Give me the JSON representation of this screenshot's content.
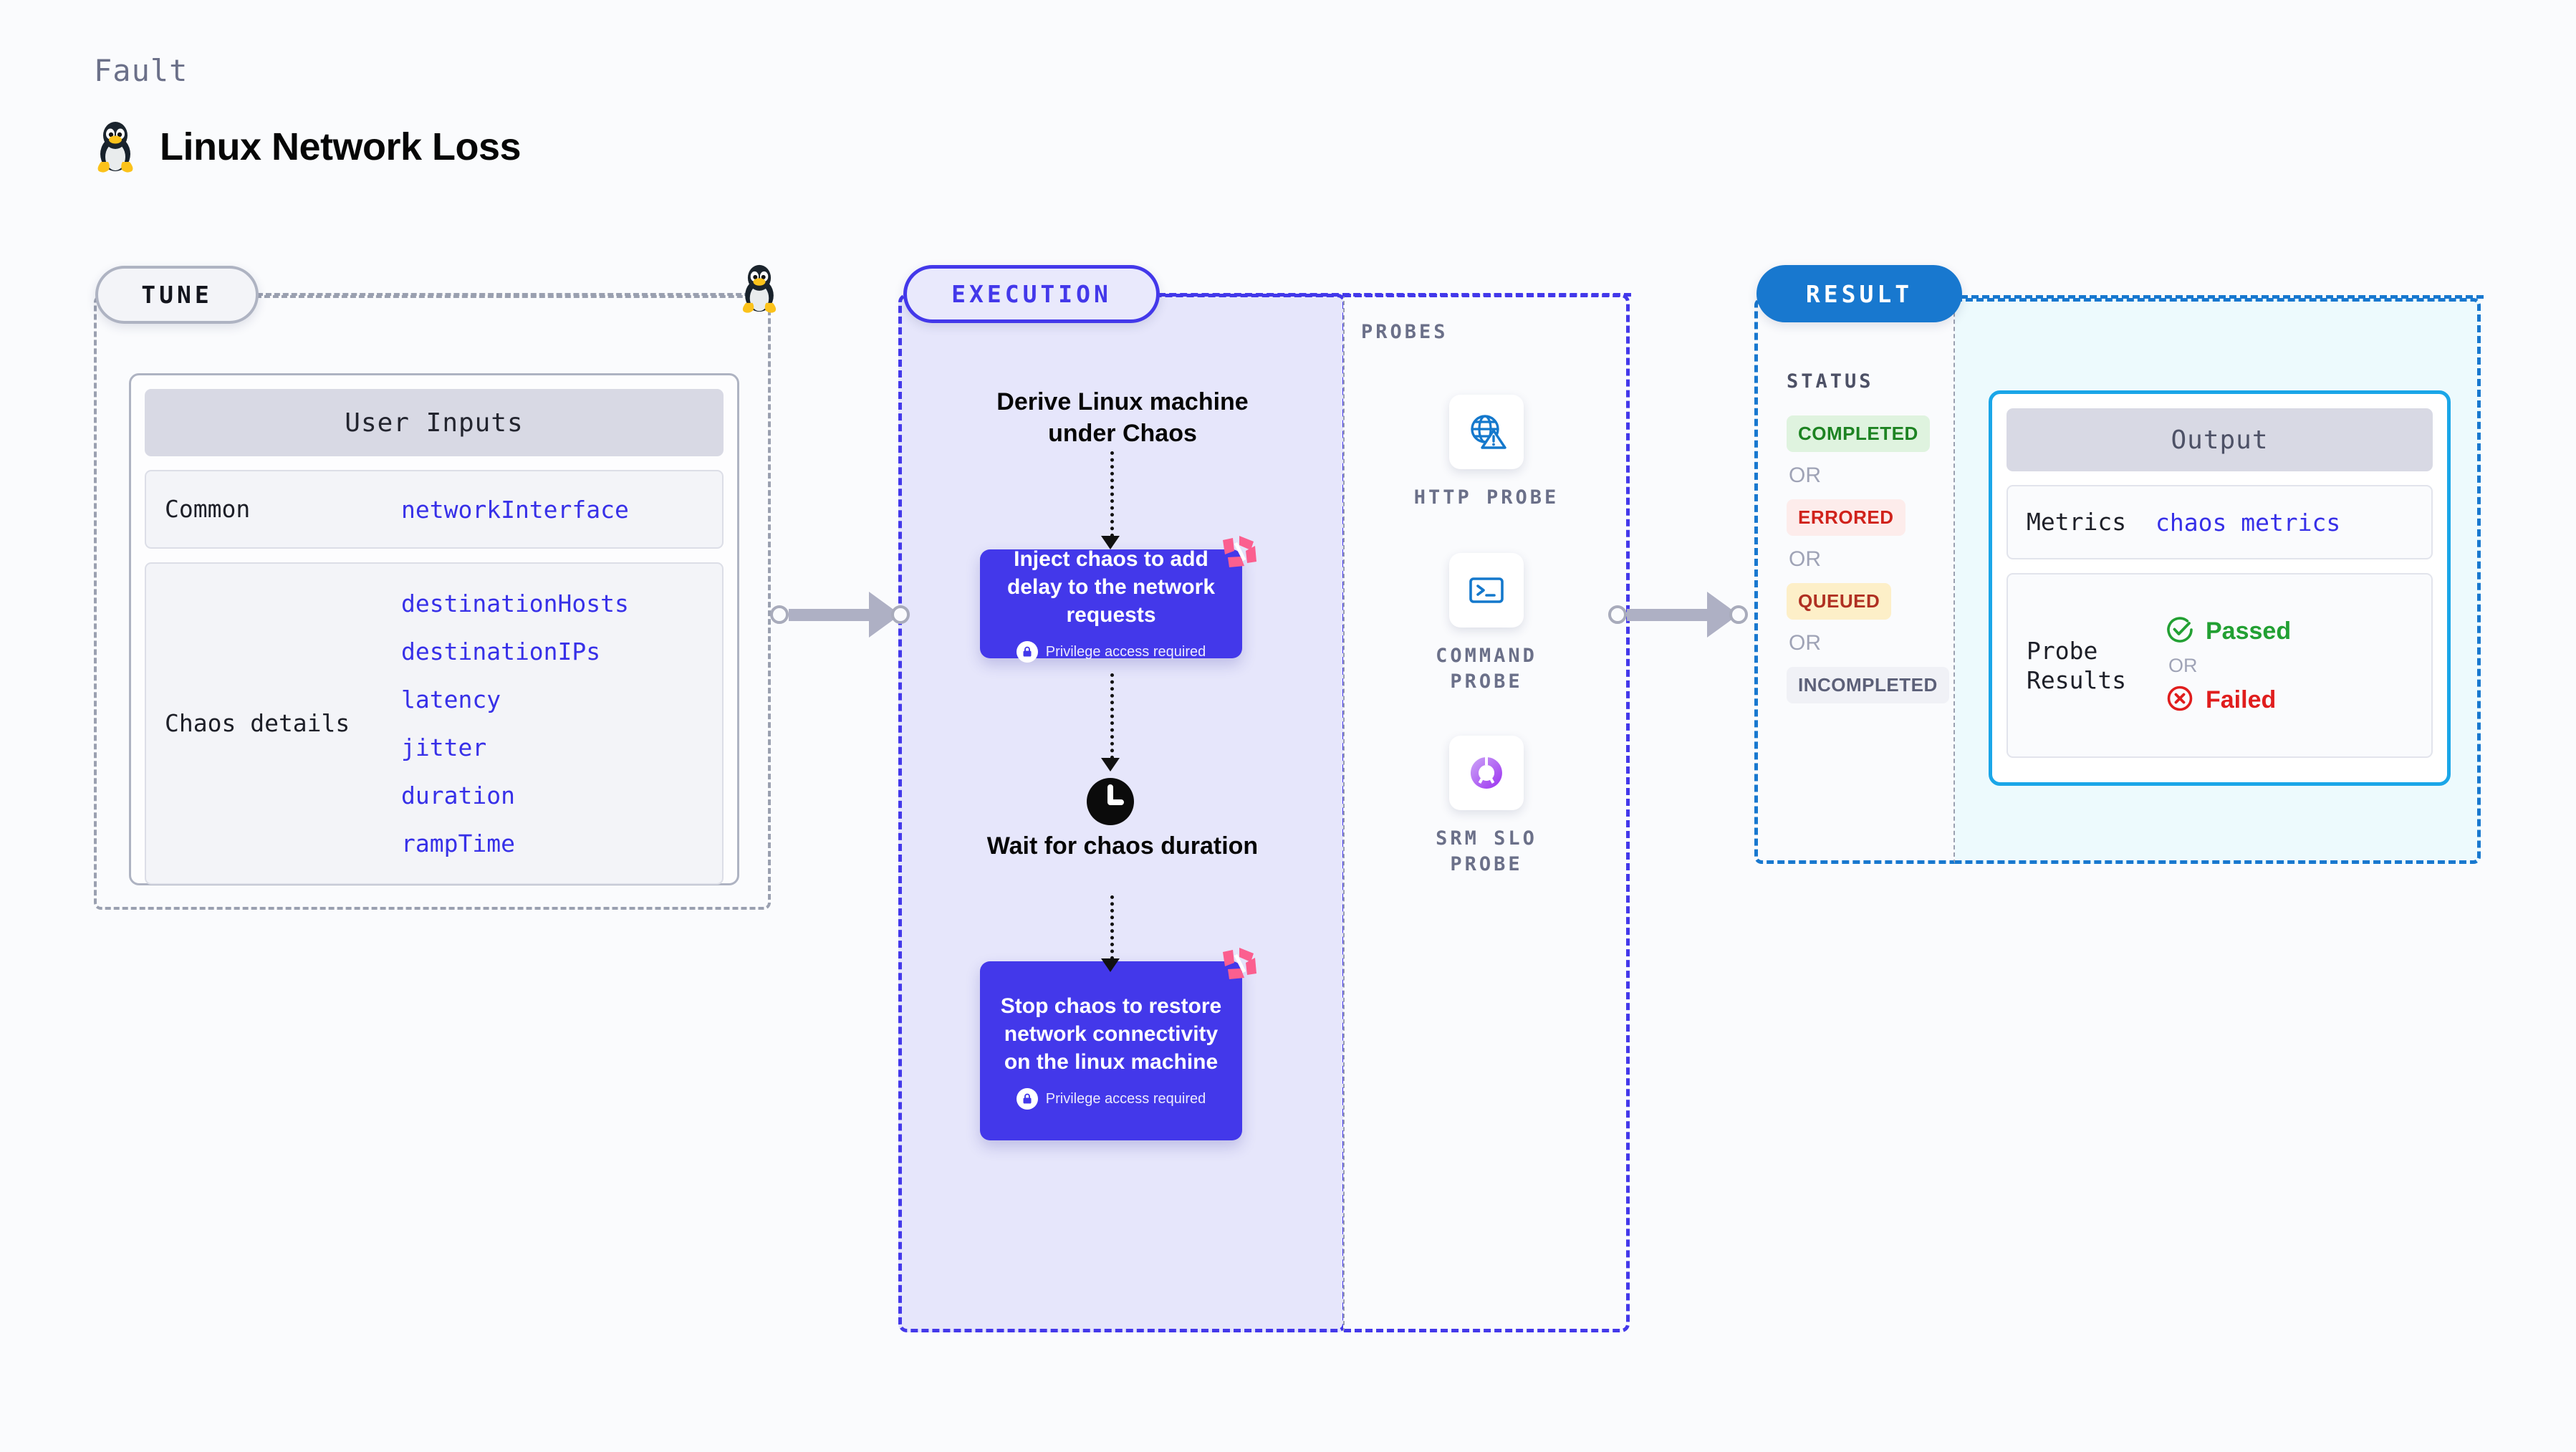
{
  "header": {
    "eyebrow": "Fault",
    "title": "Linux Network Loss",
    "icon": "linux-penguin-icon"
  },
  "tune": {
    "pill_label": "TUNE",
    "card_title": "User Inputs",
    "rows": [
      {
        "key": "Common",
        "values": [
          "networkInterface"
        ]
      },
      {
        "key": "Chaos details",
        "values": [
          "destinationHosts",
          "destinationIPs",
          "latency",
          "jitter",
          "duration",
          "rampTime"
        ]
      }
    ],
    "edge_icon": "linux-penguin-icon"
  },
  "execution": {
    "pill_label": "EXECUTION",
    "steps": [
      {
        "type": "heading",
        "text": "Derive Linux machine under Chaos"
      },
      {
        "type": "node",
        "title": "Inject chaos to add delay to the network requests",
        "badge": "Privilege access required",
        "badge_icon": "lock-icon",
        "corner_icon": "chaos-mesh-icon"
      },
      {
        "type": "heading",
        "text": "Wait for chaos duration",
        "icon": "clock-icon"
      },
      {
        "type": "node",
        "title": "Stop chaos to restore network connectivity on the linux machine",
        "badge": "Privilege access required",
        "badge_icon": "lock-icon",
        "corner_icon": "chaos-mesh-icon"
      }
    ]
  },
  "probes": {
    "title": "PROBES",
    "items": [
      {
        "label": "HTTP PROBE",
        "icon": "globe-warning-icon"
      },
      {
        "label": "COMMAND PROBE",
        "icon": "terminal-icon"
      },
      {
        "label": "SRM SLO PROBE",
        "icon": "srm-slo-donut-check-icon"
      }
    ]
  },
  "result": {
    "pill_label": "RESULT",
    "status_title": "STATUS",
    "or_label": "OR",
    "statuses": [
      {
        "label": "COMPLETED",
        "bg": "#dff3df",
        "fg": "#1d8322"
      },
      {
        "label": "ERRORED",
        "bg": "#fdeceb",
        "fg": "#d0221b"
      },
      {
        "label": "QUEUED",
        "bg": "#fdefc8",
        "fg": "#b03022"
      },
      {
        "label": "INCOMPLETED",
        "bg": "#f0f1f6",
        "fg": "#5c6078"
      }
    ],
    "output": {
      "title": "Output",
      "metrics_key": "Metrics",
      "metrics_value": "chaos metrics",
      "probe_results_key": "Probe Results",
      "passed_label": "Passed",
      "failed_label": "Failed",
      "or_label": "OR",
      "passed_icon": "check-circle-icon",
      "failed_icon": "x-circle-icon",
      "passed_color": "#22a033",
      "failed_color": "#e01d1d"
    }
  },
  "connectors": [
    {
      "name": "tune-to-execution"
    },
    {
      "name": "execution-to-result"
    }
  ],
  "colors": {
    "page_bg": "#fafbfd",
    "tune_border": "#9aa0b0",
    "execution": "#4338ea",
    "result": "#1878cf",
    "output_border": "#1aa6e8",
    "chaos_pink": "#fb5f8f"
  }
}
